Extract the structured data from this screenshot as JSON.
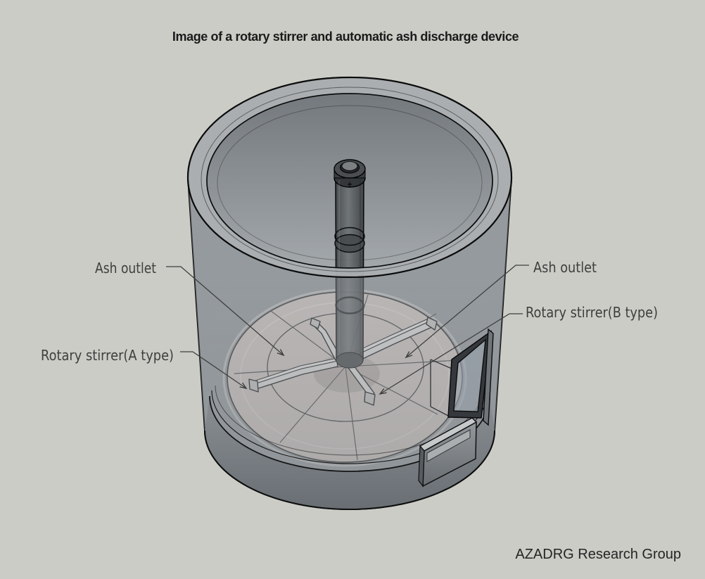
{
  "title": "Image of a rotary stirrer and automatic ash discharge device",
  "attribution": "AZADRG Research Group",
  "labels": {
    "ash_outlet_left": "Ash outlet",
    "ash_outlet_right": "Ash outlet",
    "rotary_stirrer_b": "Rotary stirrer(B type)",
    "rotary_stirrer_a": "Rotary stirrer(A type)"
  },
  "colors": {
    "background": "#cbccc6",
    "title_text": "#1b1b1b",
    "label_text": "#3e3e3e",
    "leader_line": "#3f3f3f",
    "vessel_outline": "#0f0f0f",
    "vessel_body_grey": "#969ca0",
    "rim_band_grey": "#abafb2",
    "floor_pink": "#d9cec9",
    "shaft_grey": "#5c6063",
    "stirrer_arm_light": "#e9e7e5",
    "door_glass": "#98a2ae"
  }
}
